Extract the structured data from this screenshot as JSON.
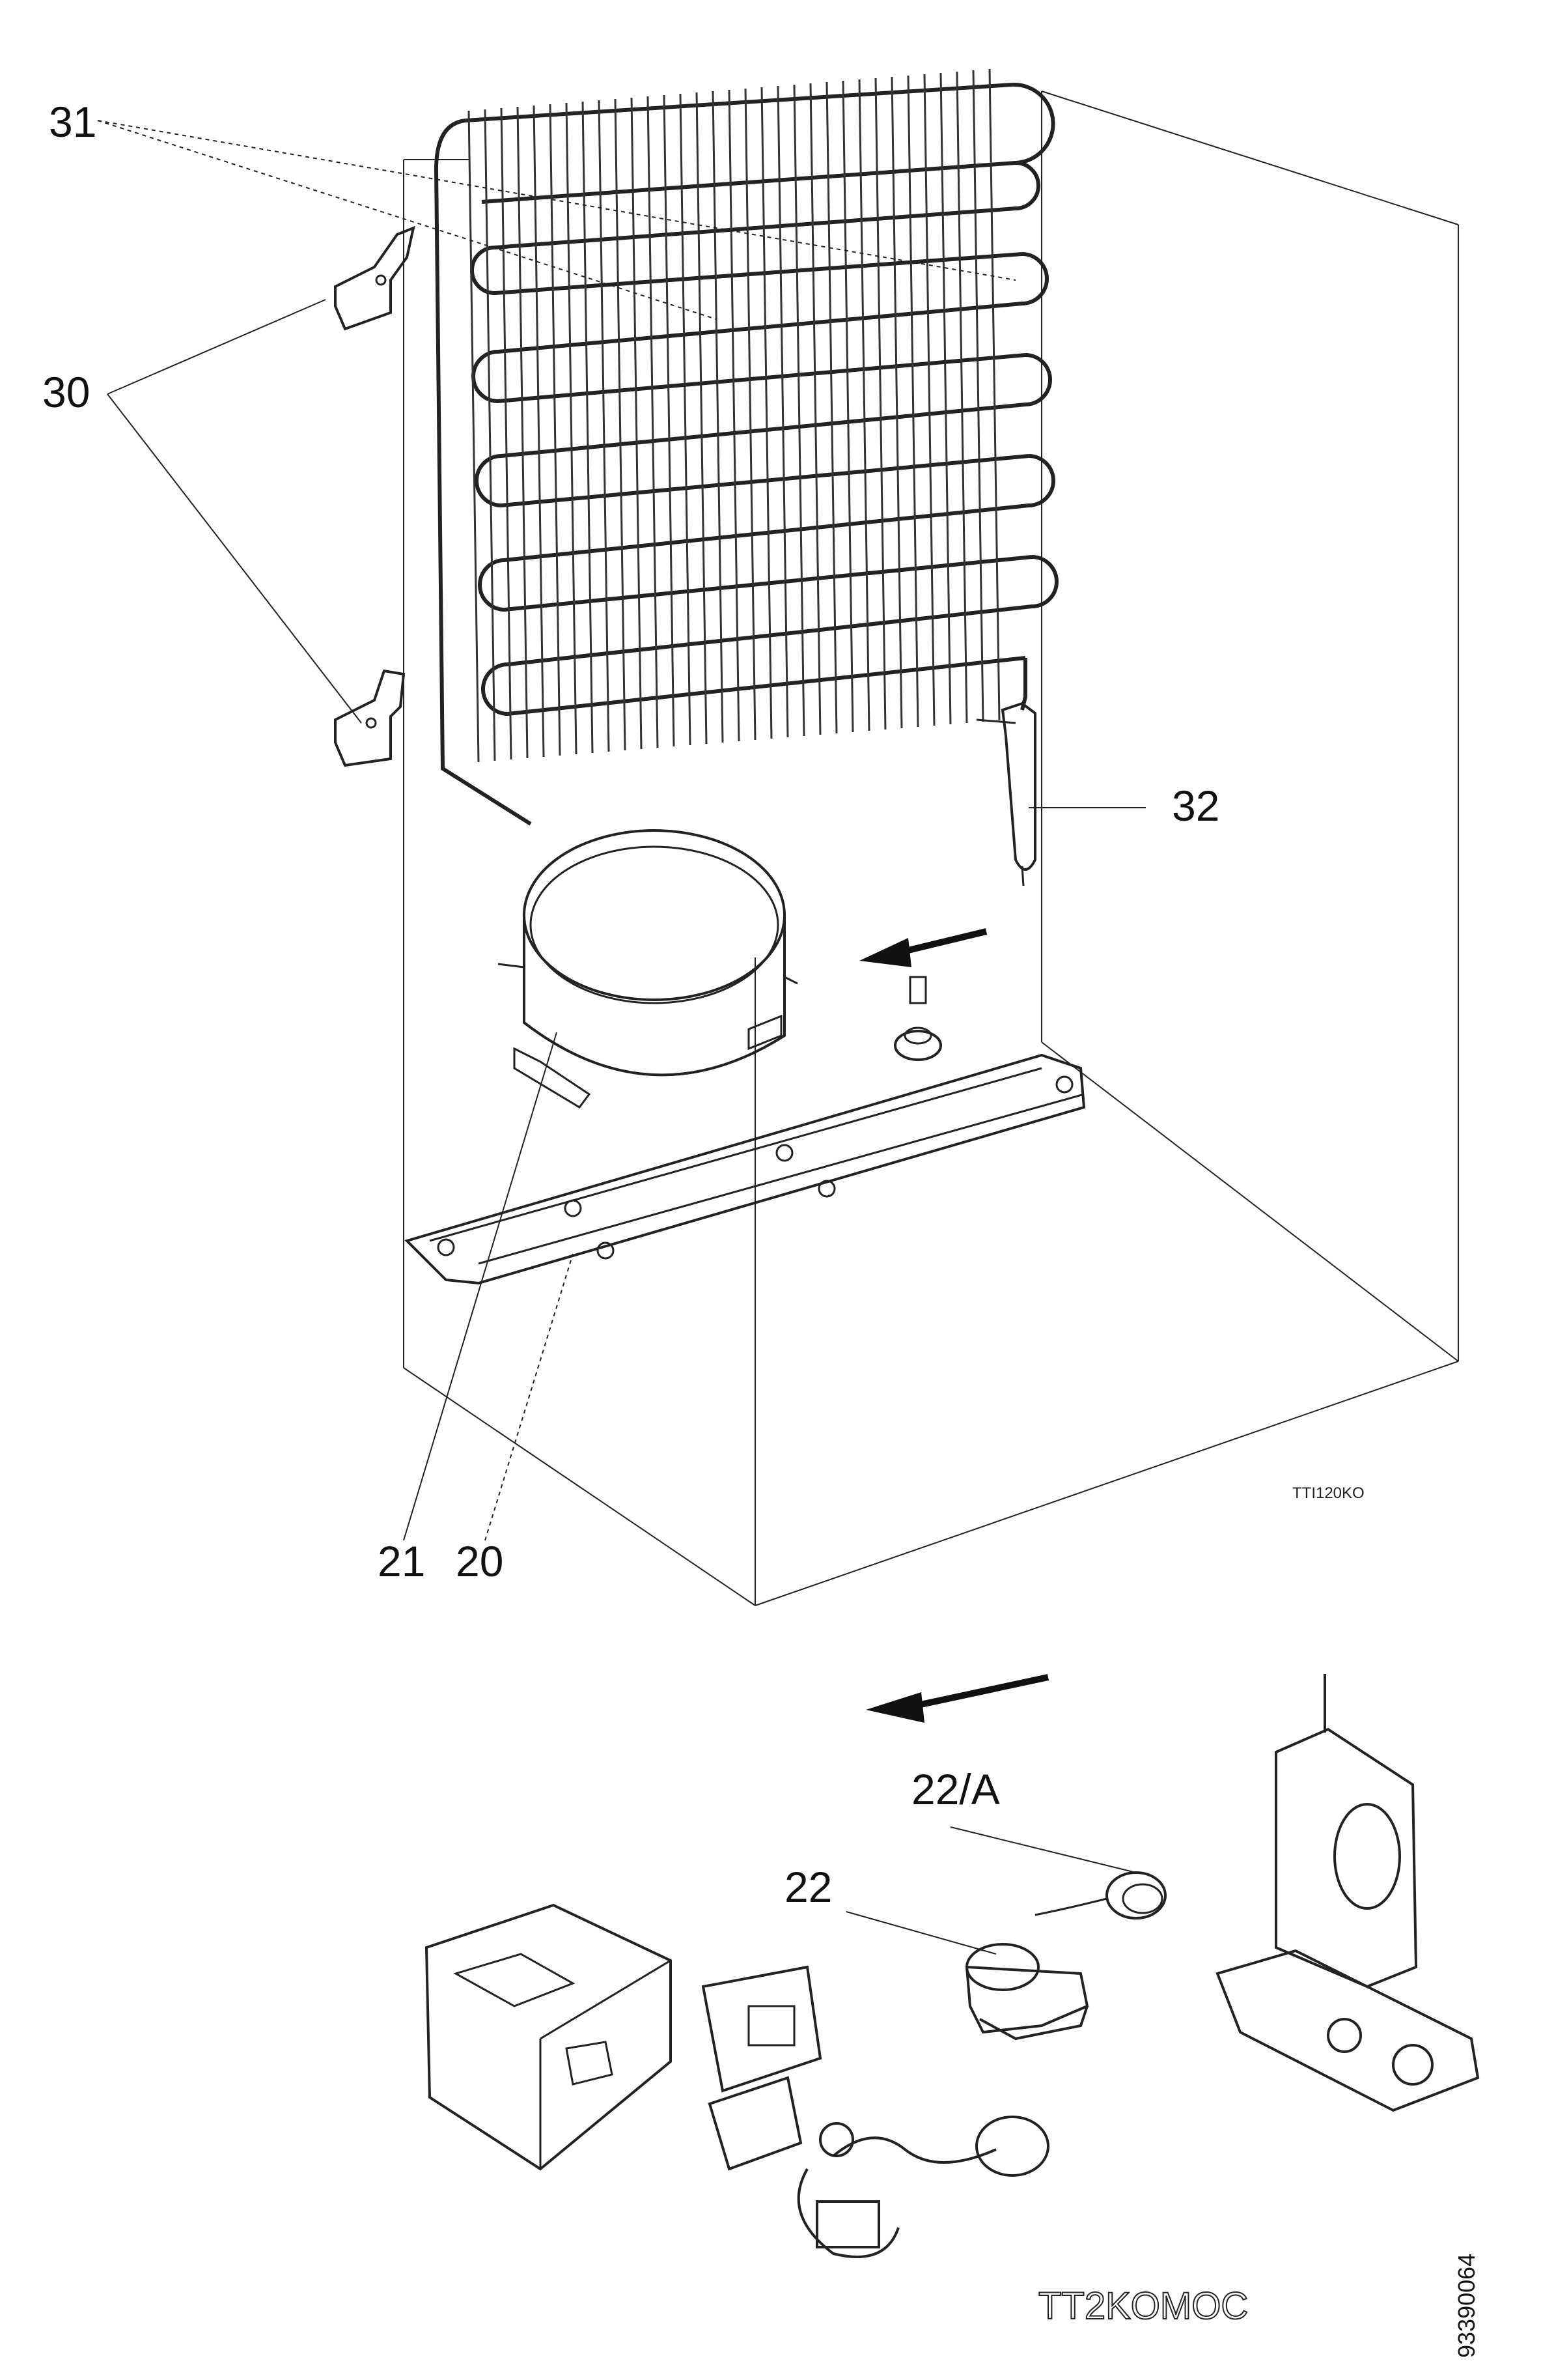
{
  "callouts": {
    "c31": "31",
    "c30": "30",
    "c32": "32",
    "c21": "21",
    "c20": "20",
    "c22a": "22/A",
    "c22": "22"
  },
  "codes": {
    "top_figure": "TTI120KO",
    "bottom_figure": "TT2KOMOC",
    "document_number": "93390064"
  },
  "colors": {
    "line": "#222222",
    "background": "#ffffff"
  }
}
